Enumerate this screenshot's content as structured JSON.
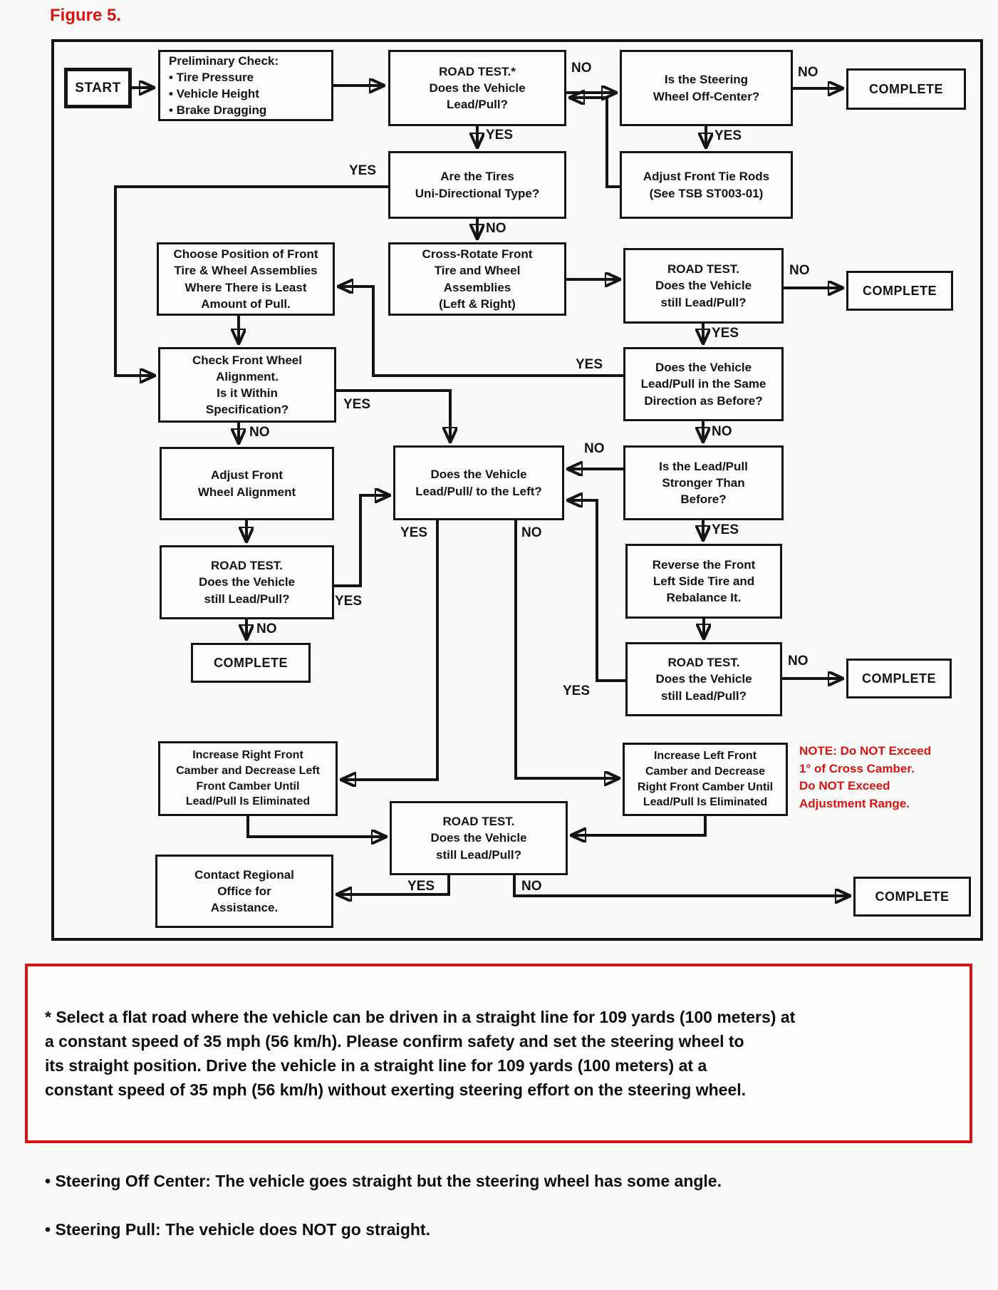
{
  "figure_title": "Figure 5.",
  "colors": {
    "accent_red": "#dd1212",
    "line_black": "#141414"
  },
  "labels": {
    "yes": "YES",
    "no": "NO"
  },
  "flowchart": {
    "start": "START",
    "preliminary_check": "Preliminary Check:\n•  Tire Pressure\n•  Vehicle Height\n•  Brake Dragging",
    "road_test_1": "ROAD TEST.*\nDoes the Vehicle\nLead/Pull?",
    "steering_off_center": "Is the Steering\nWheel Off-Center?",
    "complete_1": "COMPLETE",
    "adjust_tie_rods": "Adjust Front Tie Rods\n(See TSB ST003-01)",
    "uni_directional": "Are the Tires\nUni-Directional Type?",
    "choose_position": "Choose Position of Front\nTire & Wheel Assemblies\nWhere There is Least\nAmount of Pull.",
    "cross_rotate": "Cross-Rotate Front\nTire and Wheel\nAssemblies\n(Left & Right)",
    "road_test_2": "ROAD TEST.\nDoes the Vehicle\nstill Lead/Pull?",
    "complete_2": "COMPLETE",
    "same_direction": "Does the Vehicle\nLead/Pull in the Same\nDirection as Before?",
    "check_alignment": "Check Front Wheel\nAlignment.\nIs it Within\nSpecification?",
    "adjust_alignment": "Adjust Front\nWheel Alignment",
    "road_test_3": "ROAD TEST.\nDoes the Vehicle\nstill Lead/Pull?",
    "complete_3": "COMPLETE",
    "lead_pull_left": "Does the Vehicle\nLead/Pull/ to the Left?",
    "stronger_than_before": "Is the Lead/Pull\nStronger Than\nBefore?",
    "reverse_left_tire": "Reverse the Front\nLeft Side Tire and\nRebalance It.",
    "road_test_4": "ROAD TEST.\nDoes the Vehicle\nstill Lead/Pull?",
    "complete_4": "COMPLETE",
    "increase_right_camber": "Increase Right Front\nCamber and Decrease Left\nFront Camber Until\nLead/Pull Is Eliminated",
    "increase_left_camber": "Increase Left Front\nCamber and Decrease\nRight Front Camber Until\nLead/Pull Is Eliminated",
    "camber_note": "NOTE: Do NOT Exceed\n1° of Cross Camber.\nDo NOT Exceed\nAdjustment Range.",
    "road_test_5": "ROAD TEST.\nDoes the Vehicle\nstill Lead/Pull?",
    "contact_regional": "Contact Regional\nOffice for\nAssistance.",
    "complete_5": "COMPLETE"
  },
  "footnote": {
    "paragraph": "* Select a flat road where the vehicle can be driven in a straight line for 109 yards (100 meters) at\na constant speed of 35 mph (56 km/h).  Please confirm safety and set the steering wheel to\nits straight position.  Drive the vehicle in a straight line for 109 yards (100 meters) at a\nconstant speed of 35 mph (56 km/h) without exerting steering effort on the steering wheel.",
    "bullet_1": "• Steering Off Center:  The vehicle goes straight but the steering wheel has some angle.",
    "bullet_2": "• Steering Pull:  The vehicle does NOT go straight."
  }
}
